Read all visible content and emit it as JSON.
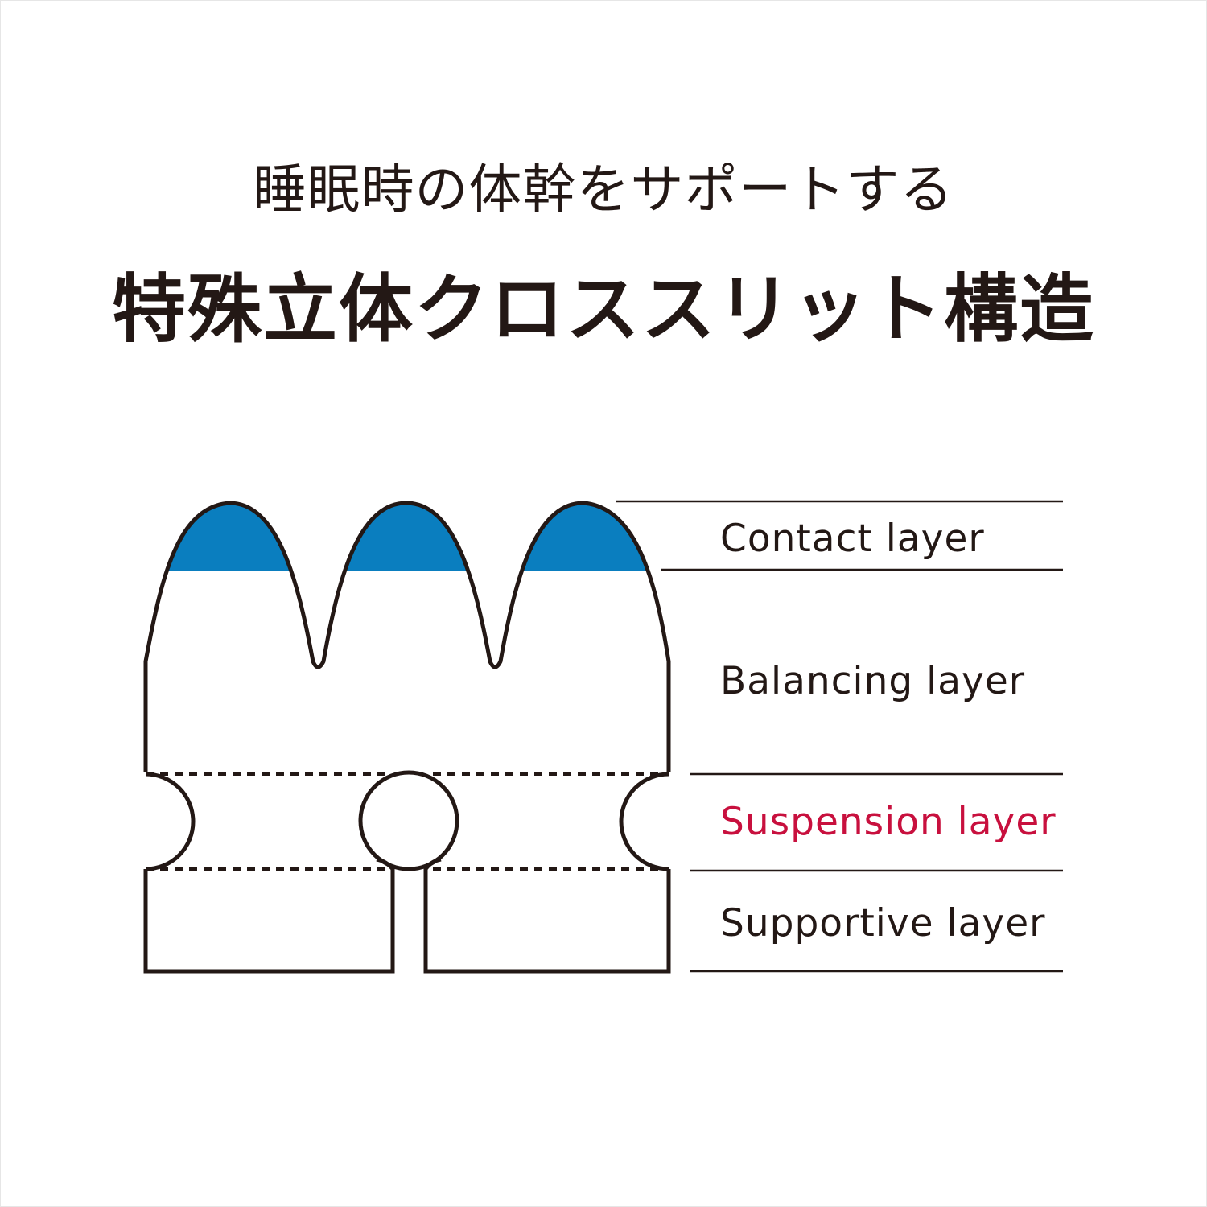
{
  "header": {
    "subtitle": "睡眠時の体幹をサポートする",
    "title": "特殊立体クロススリット構造"
  },
  "layers": [
    {
      "label": "Contact layer",
      "color": "#231815"
    },
    {
      "label": "Balancing layer",
      "color": "#231815"
    },
    {
      "label": "Suspension layer",
      "color": "#c8103e"
    },
    {
      "label": "Supportive layer",
      "color": "#231815"
    }
  ],
  "colors": {
    "outline": "#231815",
    "contact_fill": "#0a7ebf",
    "accent": "#c8103e"
  }
}
